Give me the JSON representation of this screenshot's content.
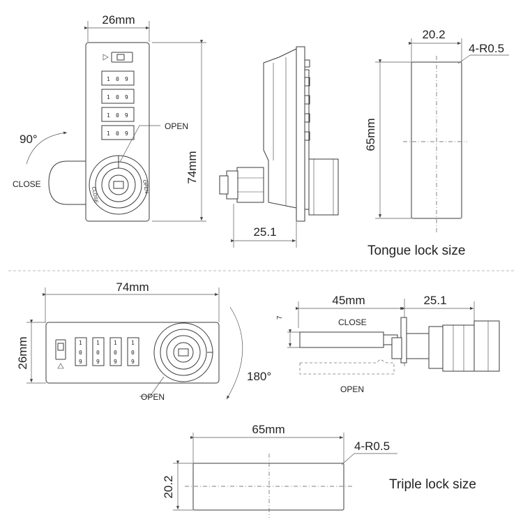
{
  "tongue": {
    "width_label": "26mm",
    "height_label": "74mm",
    "rotation_label": "90°",
    "close_label": "CLOSE",
    "open_label": "OPEN",
    "side_label": "25.1",
    "tongue_width_label": "20.2",
    "tongue_radius_label": "4-R0.5",
    "tongue_length_label": "65mm",
    "caption": "Tongue lock size",
    "code_digits": [
      "1",
      "0",
      "9"
    ]
  },
  "triple": {
    "length_label": "74mm",
    "height_label": "26mm",
    "rotation_label": "180°",
    "open_label": "OPEN",
    "close_label": "CLOSE",
    "side_open_label": "OPEN",
    "bar_length_label": "45mm",
    "side_label": "25.1",
    "side_small_label": "7",
    "plate_length_label": "65mm",
    "plate_radius_label": "4-R0.5",
    "plate_height_label": "20.2",
    "caption": "Triple lock size"
  }
}
